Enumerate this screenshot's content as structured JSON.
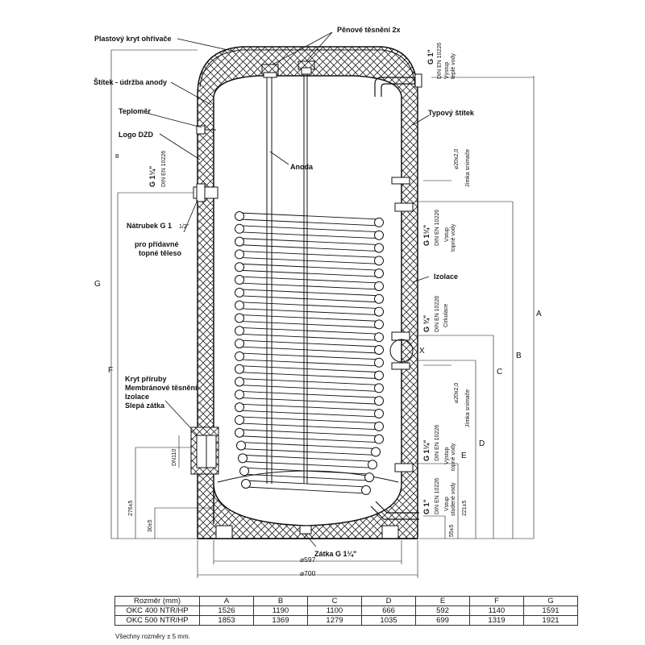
{
  "labels": {
    "plastovy_kryt": "Plastový kryt ohřívače",
    "penove_tesneni": "Pěnové těsnění 2x",
    "stitek_udrzba": "Štítek - údržba anody",
    "teplomer": "Teploměr",
    "logo": "Logo DZD",
    "anoda": "Anoda",
    "natrubek_1": "Nátrubek G 1",
    "natrubek_frac": "1/2\"",
    "natrubek_2": "pro přídavné",
    "natrubek_3": "topné těleso",
    "kryt_priruby_1": "Kryt příruby",
    "kryt_priruby_2": "Membránové těsnění",
    "kryt_priruby_3": "Izolace",
    "kryt_priruby_4": "Slepá zátka",
    "typovy_stitek": "Typový štítek",
    "izolace": "Izolace",
    "zatka": "Zátka G 1¼\"",
    "g1_top": "G 1\"",
    "din_top": "DIN EN 10226",
    "vystup_teple_1": "Výstup",
    "vystup_teple_2": "teplé vody",
    "jimka_1": "Jímka snímače",
    "jimka_2": "Jímka snímače",
    "d20_1": "⌀20x2,0",
    "d20_2": "⌀20x2,0",
    "g114_left": "G 1¼\"",
    "din_left": "DIN EN 10226",
    "g114_r1": "G 1¼\"",
    "din_r1": "DIN EN 10226",
    "vstup_topne_1": "Vstup",
    "vstup_topne_2": "topné vody",
    "g34": "G ¾\"",
    "din_r2": "DIN EN 10226",
    "cirkulace": "Cirkulace",
    "g114_r3": "G 1¼\"",
    "din_r3": "DIN EN 10226",
    "vystup_topne_1": "Výstup",
    "vystup_topne_2": "topné vody",
    "g1_bot": "G 1\"",
    "din_bot": "DIN EN 10226",
    "vstup_studene_1": "Vstup",
    "vstup_studene_2": "studené vody",
    "x_mark": "X",
    "b_small": "B",
    "dn110": "DN110",
    "d597": "⌀597",
    "d700": "⌀700",
    "dim_276": "276±5",
    "dim_30": "30±5",
    "dim_221": "221±5",
    "dim_55": "55±5",
    "A": "A",
    "B": "B",
    "C": "C",
    "D": "D",
    "E": "E",
    "F": "F",
    "G": "G"
  },
  "table": {
    "headers": [
      "Rozměr (mm)",
      "A",
      "B",
      "C",
      "D",
      "E",
      "F",
      "G"
    ],
    "rows": [
      [
        "OKC 400 NTR/HP",
        "1526",
        "1190",
        "1100",
        "666",
        "592",
        "1140",
        "1591"
      ],
      [
        "OKC 500 NTR/HP",
        "1853",
        "1369",
        "1279",
        "1035",
        "699",
        "1319",
        "1921"
      ]
    ]
  },
  "note": "Všechny rozměry ± 5 mm."
}
